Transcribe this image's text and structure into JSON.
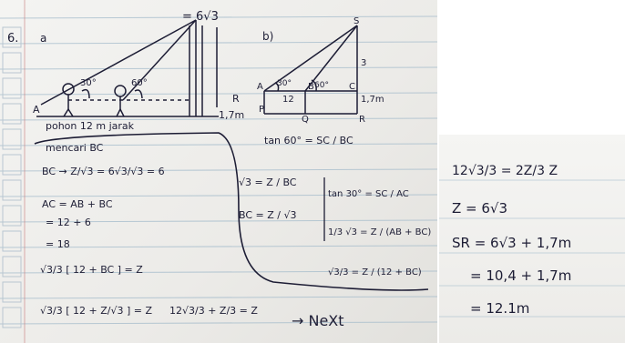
{
  "left_page": {
    "problem_number": "6.",
    "part_a": "a",
    "part_b": "b)",
    "top_height": "= 6√3",
    "angle_30": "30°",
    "angle_60": "60°",
    "label_A": "A",
    "label_R": "R",
    "label_height": "1,7m",
    "caption": "pohon  12 m  jarak",
    "diag_angle_30": "30°",
    "diag_angle_60": "60°",
    "diag_A": "A",
    "diag_B": "B",
    "diag_C": "C",
    "diag_S": "S",
    "diag_P": "P",
    "diag_Q": "Q",
    "diag_R": "R",
    "diag_12": "12",
    "diag_3": "3",
    "diag_17": "1,7m",
    "tan60": "tan 60° = SC / BC",
    "step_title": "mencari BC",
    "bc_line": "BC → Z/√3 = 6√3/√3 = 6",
    "ac_line": "AC = AB + BC",
    "ac_sum": "= 12 + 6",
    "ac_result": "= 18",
    "root3_eq": "√3 = Z / BC",
    "bc_eq": "BC = Z / √3",
    "tan30": "tan 30° = SC / AC",
    "third_root3": "1/3 √3 = Z / (AB + BC)",
    "frac_eq": "√3/3 = Z / (12 + BC)",
    "eq_left": "√3/3 [ 12 + BC ] = Z",
    "eq_final": "√3/3 [ 12 + Z/√3 ] = Z",
    "eq_result": "12√3/3 + Z/3 = Z",
    "next": "→ NeXt"
  },
  "right_page": {
    "line1": "12√3/3 = 2Z/3   Z",
    "line2": "Z = 6√3",
    "line3": "SR = 6√3 + 1,7m",
    "line4": "= 10,4 + 1,7m",
    "line5": "= 12.1m"
  }
}
